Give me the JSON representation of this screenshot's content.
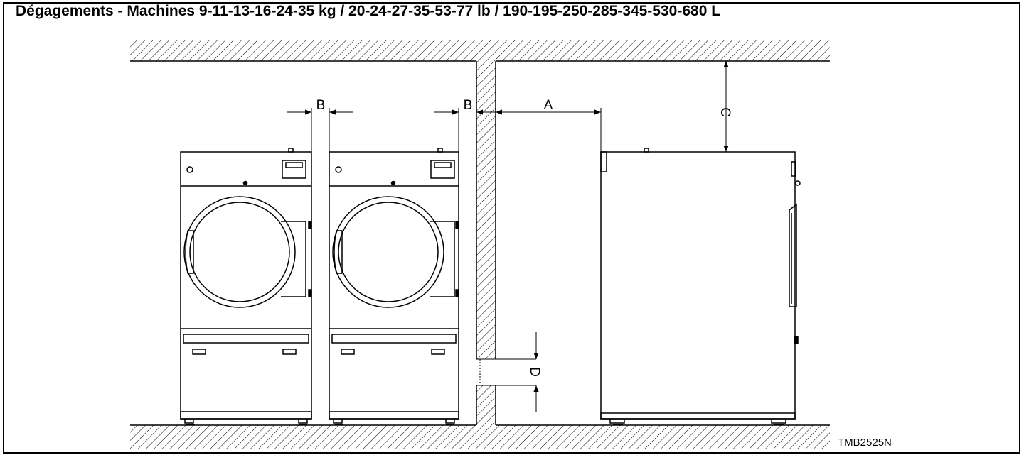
{
  "title": "Dégagements - Machines 9-11-13-16-24-35 kg / 20-24-27-35-53-77 lb / 190-195-250-285-345-530-680 L",
  "labels": {
    "b_left": "B",
    "b_right": "B",
    "a": "A",
    "c": "C",
    "d": "D"
  },
  "reference": "TMB2525N",
  "colors": {
    "line": "#000000",
    "background": "#ffffff"
  }
}
